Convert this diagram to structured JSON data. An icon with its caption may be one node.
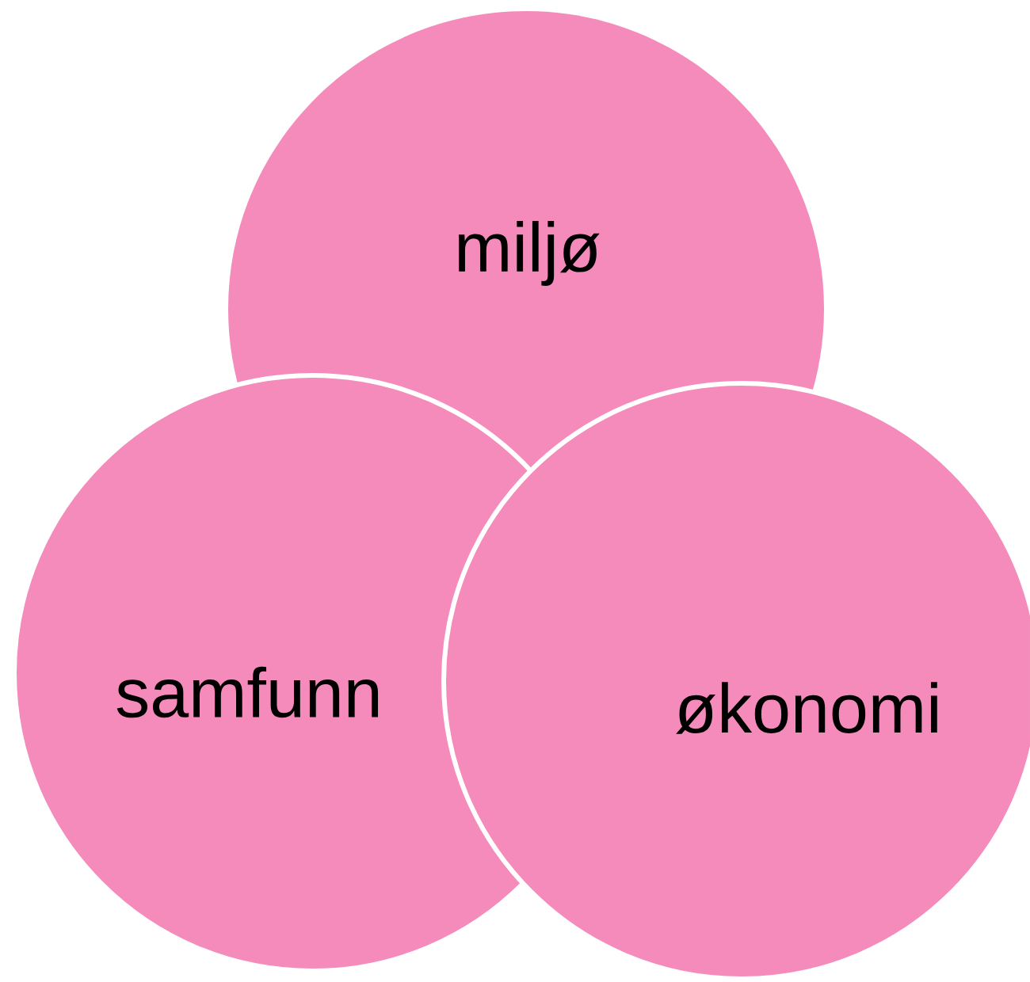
{
  "diagram": {
    "nodes": [
      {
        "text": [
          "miljø"
        ]
      },
      {
        "text": [
          "samfunn"
        ]
      },
      {
        "text": [
          "økonomi"
        ]
      }
    ]
  }
}
